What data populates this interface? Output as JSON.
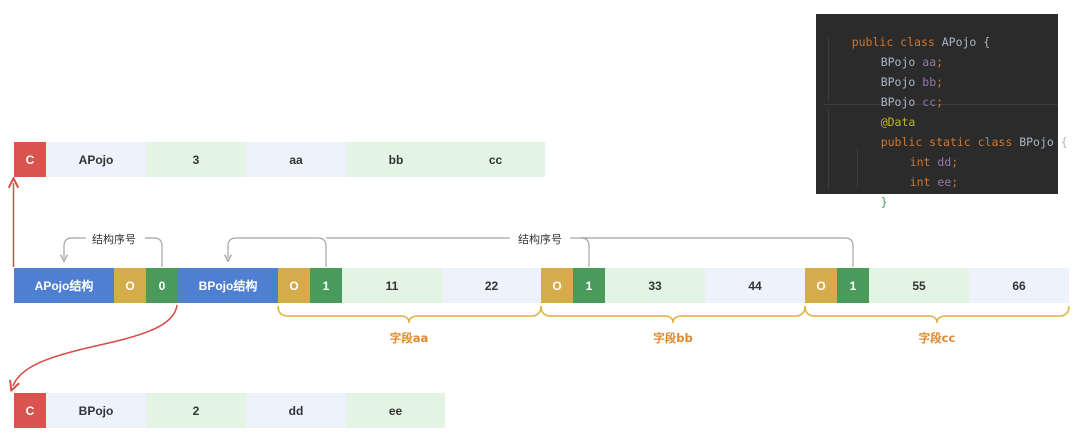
{
  "colors": {
    "red": "#d9534f",
    "blue": "#4f7fd1",
    "yellow": "#d4ac4c",
    "green": "#4a9a5c",
    "light_green": "#e3f4e4",
    "light_blue": "#edf2fb",
    "arrow_red": "#d64b43",
    "bracket": "#e0b23e",
    "label_orange": "#e0882f",
    "connector_gray": "#a5a5a5"
  },
  "top_row": {
    "tag": "C",
    "name": "APojo",
    "count": "3",
    "fields": [
      "aa",
      "bb",
      "cc"
    ]
  },
  "middle_row": {
    "a_struct": "APojo结构",
    "a_flags": [
      "O",
      "0"
    ],
    "b_struct": "BPojo结构",
    "groups": [
      {
        "flags": [
          "O",
          "1"
        ],
        "values": [
          "11",
          "22"
        ],
        "label": "字段aa"
      },
      {
        "flags": [
          "O",
          "1"
        ],
        "values": [
          "33",
          "44"
        ],
        "label": "字段bb"
      },
      {
        "flags": [
          "O",
          "1"
        ],
        "values": [
          "55",
          "66"
        ],
        "label": "字段cc"
      }
    ]
  },
  "connectors": {
    "left_label": "结构序号",
    "right_label": "结构序号"
  },
  "bottom_row": {
    "tag": "C",
    "name": "BPojo",
    "count": "2",
    "fields": [
      "dd",
      "ee"
    ]
  },
  "code": {
    "line1": {
      "kw": "public class",
      "name": "APojo",
      "brace": "{"
    },
    "line2": {
      "type": "BPojo",
      "field": "aa",
      "semi": ";"
    },
    "line3": {
      "type": "BPojo",
      "field": "bb",
      "semi": ";"
    },
    "line4": {
      "type": "BPojo",
      "field": "cc",
      "semi": ";"
    },
    "line5": {
      "annotation": "@Data"
    },
    "line6": {
      "kw": "public static class",
      "name": "BPojo",
      "brace": "{"
    },
    "line7": {
      "type": "int",
      "field": "dd",
      "semi": ";"
    },
    "line8": {
      "type": "int",
      "field": "ee",
      "semi": ";"
    },
    "line9": {
      "brace": "}"
    }
  }
}
